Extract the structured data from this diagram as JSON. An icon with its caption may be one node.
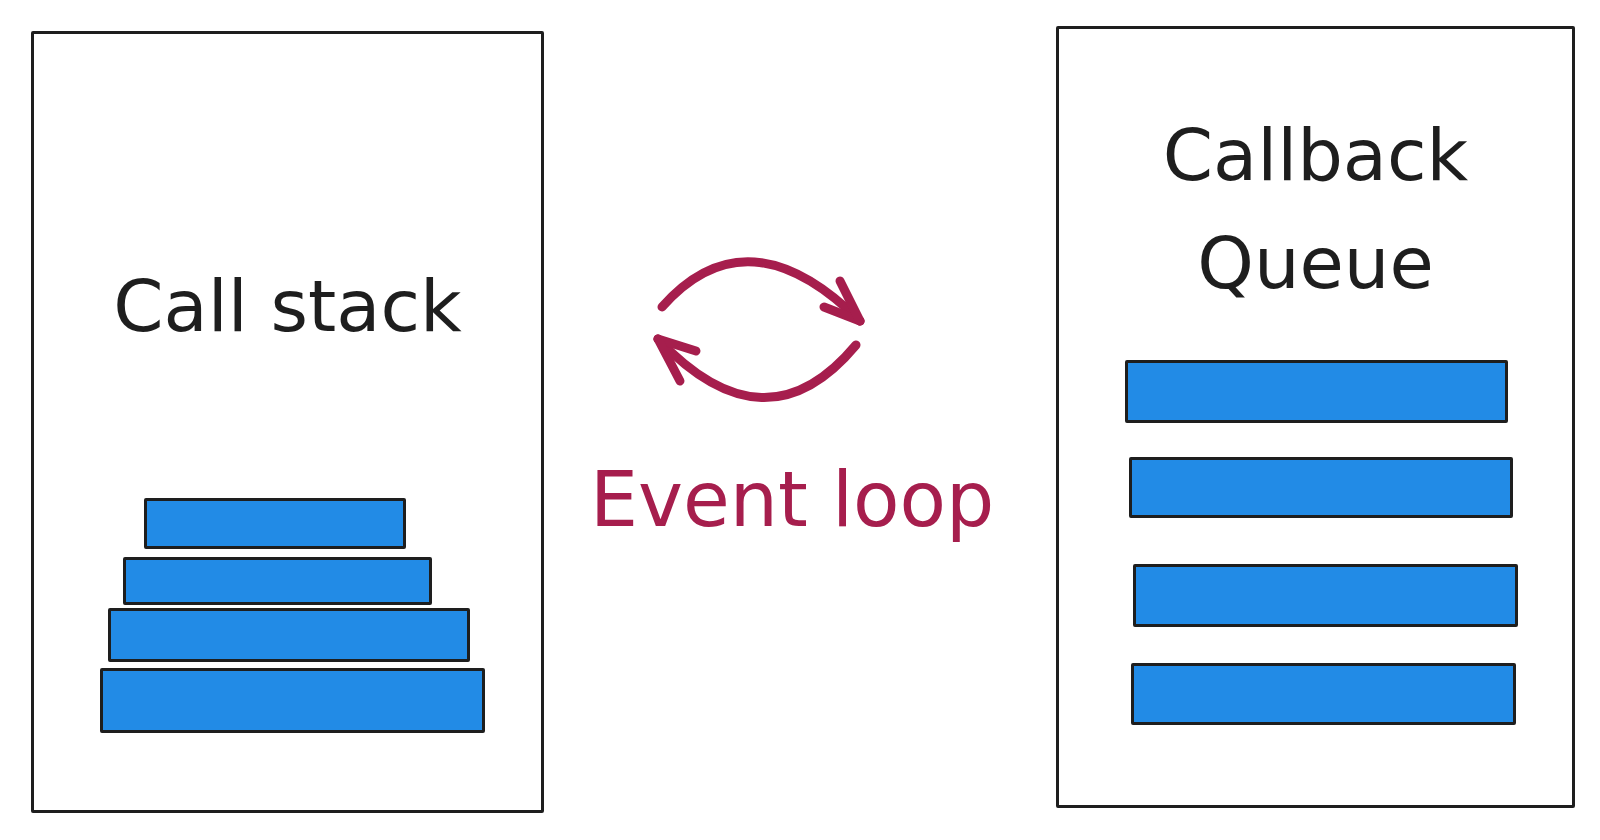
{
  "diagram": {
    "nodes": [
      {
        "text": [
          "Call stack"
        ]
      },
      {
        "text": [],
        "shape": "bar",
        "in": 0
      },
      {
        "text": [],
        "shape": "bar",
        "in": 0
      },
      {
        "text": [],
        "shape": "bar",
        "in": 0
      },
      {
        "text": [],
        "shape": "bar",
        "in": 0
      },
      {
        "text": [
          "Callback Queue"
        ]
      },
      {
        "text": [],
        "shape": "bar",
        "in": 5
      },
      {
        "text": [],
        "shape": "bar",
        "in": 5
      },
      {
        "text": [],
        "shape": "bar",
        "in": 5
      },
      {
        "text": [],
        "shape": "bar",
        "in": 5
      }
    ],
    "labels": [
      "Event loop"
    ]
  }
}
